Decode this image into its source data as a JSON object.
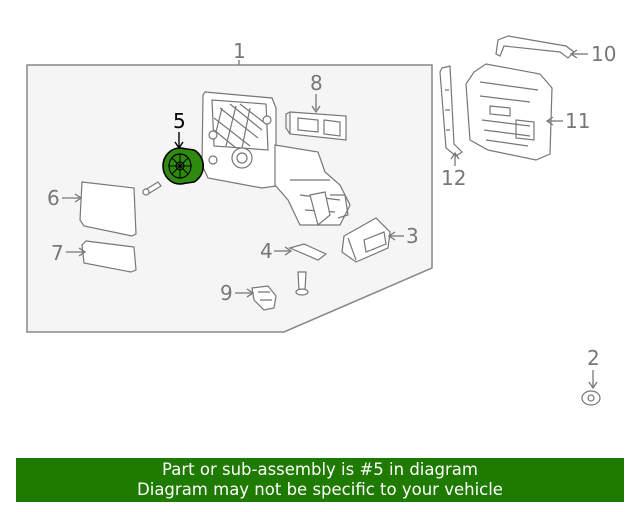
{
  "diagram": {
    "callouts": {
      "c1": "1",
      "c2": "2",
      "c3": "3",
      "c4": "4",
      "c5": "5",
      "c6": "6",
      "c7": "7",
      "c8": "8",
      "c9": "9",
      "c10": "10",
      "c11": "11",
      "c12": "12"
    },
    "highlighted_part": "5",
    "colors": {
      "highlight_fill": "#2e8b0f",
      "highlight_stroke": "#000000",
      "line": "#777777",
      "banner_bg": "#1f7a00",
      "banner_text": "#ffffff"
    }
  },
  "banner": {
    "line1": "Part or sub-assembly is #5 in diagram",
    "line2": "Diagram may not be specific to your vehicle"
  }
}
